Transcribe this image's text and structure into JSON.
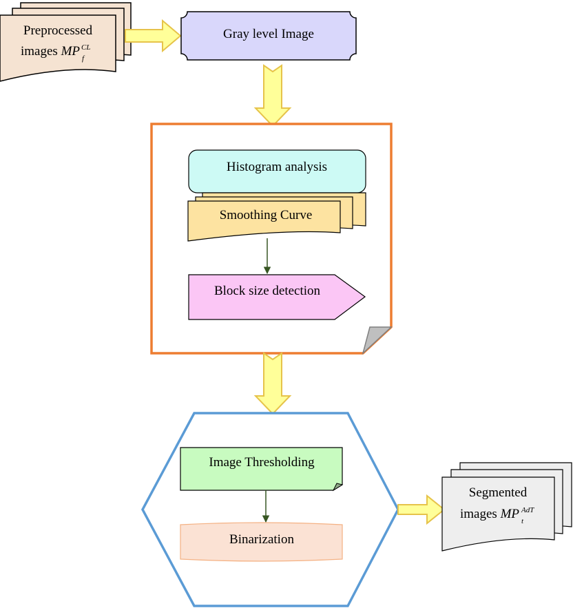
{
  "input_doc": {
    "line1": "Preprocessed",
    "line2_prefix": "images ",
    "var": "MP",
    "sub": "f",
    "sup": "CL",
    "fill": "#f5e3d2"
  },
  "gray_level": {
    "label": "Gray level Image",
    "fill": "#d9d7fb"
  },
  "block_group": {
    "border": "#ed7d31",
    "histogram": {
      "label": "Histogram analysis",
      "fill": "#cdfaf5"
    },
    "smoothing": {
      "label": "Smoothing Curve",
      "fill": "#fde3a1"
    },
    "block_size": {
      "label": "Block size detection",
      "fill": "#fbc6f5"
    }
  },
  "threshold_group": {
    "border": "#5b9bd5",
    "thresholding": {
      "label": "Image Thresholding",
      "fill": "#c8fbc0"
    },
    "binarization": {
      "label": "Binarization",
      "fill": "#fbe2d4"
    }
  },
  "output_doc": {
    "line1": "Segmented",
    "line2_prefix": "images ",
    "var": "MP",
    "sub": "t",
    "sup": "AdT",
    "fill": "#eeeeee"
  },
  "colors": {
    "arrow_fill": "#ffff99",
    "arrow_stroke": "#e6c34a",
    "connector": "#375623"
  }
}
